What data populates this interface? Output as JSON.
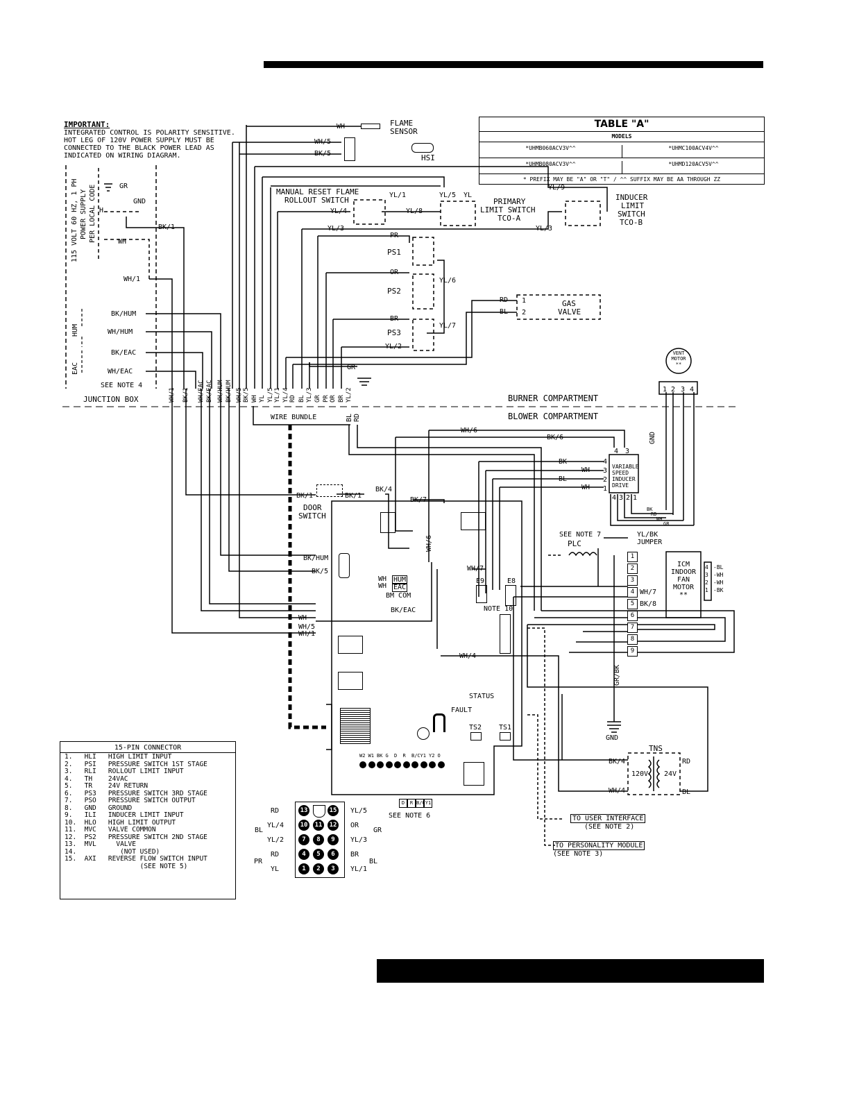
{
  "important": {
    "heading": "IMPORTANT:",
    "lines": [
      "INTEGRATED CONTROL IS POLARITY SENSITIVE.",
      "HOT LEG OF 120V POWER SUPPLY MUST BE",
      "CONNECTED TO THE BLACK POWER LEAD AS",
      "INDICATED ON WIRING DIAGRAM."
    ]
  },
  "table_a": {
    "title": "TABLE \"A\"",
    "subtitle": "MODELS",
    "models": [
      [
        "*UHMB060ACV3V^^",
        "*UHMC100ACV4V^^"
      ],
      [
        "*UHMB080ACV3V^^",
        "*UHMD120ACV5V^^"
      ]
    ],
    "note": "* PREFIX MAY BE \"A\" OR \"T\" / ^^ SUFFIX MAY BE AA THROUGH ZZ"
  },
  "power": {
    "label_lines": [
      "115 VOLT 60 HZ, 1 PH",
      "POWER SUPPLY",
      "PER LOCAL CODE"
    ],
    "gr": "GR",
    "gnd": "GND",
    "h": "H",
    "wh": "WH",
    "bk1": "BK/1",
    "wh1": "WH/1"
  },
  "hum": {
    "label": "HUM",
    "bk": "BK/HUM",
    "wh": "WH/HUM"
  },
  "eac": {
    "label": "EAC",
    "bk": "BK/EAC",
    "wh": "WH/EAC"
  },
  "junction": {
    "note": "SEE NOTE 4",
    "label": "JUNCTION BOX"
  },
  "bundle": {
    "wires": [
      "WH/1",
      "BK/1",
      "WH/EAC",
      "BK/EAC",
      "WH/HUM",
      "BK/HUM",
      "WH/5",
      "BK/5",
      "WH",
      "YL",
      "YL/5",
      "YL/1",
      "YL/4",
      "RD",
      "BL",
      "YL/3",
      "GR",
      "PR",
      "OR",
      "BR",
      "YL/2"
    ],
    "label": "WIRE BUNDLE",
    "bl": "BL",
    "rd": "RD"
  },
  "compartments": {
    "burner": "BURNER COMPARTMENT",
    "blower": "BLOWER COMPARTMENT"
  },
  "flame": {
    "wh": "WH",
    "label": [
      "FLAME",
      "SENSOR"
    ],
    "wh5": "WH/5",
    "bk5": "BK/5",
    "hsi": "HSI"
  },
  "rollout": {
    "label": [
      "MANUAL RESET FLAME",
      "ROLLOUT SWITCH"
    ],
    "yl4": "YL/4",
    "yl1": "YL/1",
    "yl8": "YL/8",
    "yl3": "YL/3"
  },
  "primary": {
    "label": [
      "PRIMARY",
      "LIMIT SWITCH",
      "TCO-A"
    ],
    "yl5": "YL/5",
    "yl": "YL"
  },
  "inducer_limit": {
    "label": [
      "INDUCER",
      "LIMIT",
      "SWITCH",
      "TCO-B"
    ],
    "yl9": "YL/9",
    "yl3": "YL/3"
  },
  "ps": {
    "pr": "PR",
    "ps1": "PS1",
    "or": "OR",
    "ps2": "PS2",
    "yl6": "YL/6",
    "br": "BR",
    "ps3": "PS3",
    "yl7": "YL/7",
    "yl2": "YL/2"
  },
  "gas_valve": {
    "rd": "RD",
    "bl": "BL",
    "pin1": "1",
    "pin2": "2",
    "label": [
      "GAS",
      "VALVE"
    ]
  },
  "gr_ground": "GR",
  "vent_motor": {
    "label": [
      "VENT",
      "MOTOR",
      "**"
    ],
    "pins": [
      "1",
      "2",
      "3",
      "4"
    ],
    "gnd": "GND"
  },
  "vsid": {
    "label": [
      "VARIABLE",
      "SPEED",
      "INDUCER",
      "DRIVE"
    ],
    "top_pins": [
      "4",
      "3"
    ],
    "side_pins": [
      "4",
      "3",
      "2",
      "1"
    ],
    "bottom_pins": [
      "4",
      "3",
      "2",
      "1"
    ],
    "wires": [
      "WH/6",
      "BK/6",
      "BK",
      "WH",
      "BL",
      "WH"
    ],
    "bottom_wires": [
      "BK",
      "RD",
      "WH",
      "GR"
    ]
  },
  "door": {
    "bk1a": "BK/1",
    "bk1b": "BK/1",
    "label": [
      "DOOR",
      "SWITCH"
    ],
    "bk4": "BK/4",
    "bk7": "BK/7"
  },
  "control": {
    "bkhum": "BK/HUM",
    "bk5": "BK/5",
    "wh_a": "WH",
    "wh_b": "WH",
    "hum": "HUM",
    "eac": "EAC",
    "bm_com": "BM COM",
    "bkeac": "BK/EAC",
    "wh": "WH",
    "wh5": "WH/5",
    "wh1": "WH/1",
    "wh6": "WH/6",
    "wh7": "WH/7",
    "wh4": "WH/4",
    "e9": "E9",
    "e8": "E8",
    "note10": "NOTE 10",
    "status": "STATUS",
    "fault": "FAULT",
    "ts2": "TS2",
    "ts1": "TS1",
    "terminals": [
      "W2",
      "W1",
      "BK",
      "G",
      "D",
      "R",
      "B/C",
      "Y1",
      "Y2",
      "O"
    ],
    "bottom_terms": [
      "D",
      "R",
      "B/C",
      "Y1"
    ],
    "note6": "SEE NOTE 6"
  },
  "plc": {
    "label": "PLC",
    "note": "SEE NOTE 7",
    "jumper": [
      "YL/BK",
      "JUMPER"
    ]
  },
  "icm": {
    "label": [
      "ICM",
      "INDOOR",
      "FAN",
      "MOTOR",
      "**"
    ],
    "terms": [
      "1",
      "2",
      "3",
      "4",
      "5",
      "6",
      "7",
      "8",
      "9"
    ],
    "wh7": "WH/7",
    "bk8": "BK/8",
    "right": [
      [
        "4",
        "BL"
      ],
      [
        "3",
        "WH"
      ],
      [
        "2",
        "WH"
      ],
      [
        "1",
        "BK"
      ]
    ],
    "grbk": "GR/BK",
    "gnd": "GND"
  },
  "tns": {
    "label": "TNS",
    "bk4": "BK/4",
    "wh4": "WH/4",
    "v120": "120V",
    "v24": "24V",
    "rd": "RD",
    "bl": "BL"
  },
  "links": {
    "user": "TO USER INTERFACE",
    "user_note": "(SEE NOTE 2)",
    "module": "TO PERSONALITY MODULE",
    "module_note": "(SEE NOTE 3)"
  },
  "pin15": {
    "title": "15-PIN CONNECTOR",
    "rows": [
      "1.   HLI   HIGH LIMIT INPUT",
      "2.   PSI   PRESSURE SWITCH 1ST STAGE",
      "3.   RLI   ROLLOUT LIMIT INPUT",
      "4.   TH    24VAC",
      "5.   TR    24V RETURN",
      "6.   PS3   PRESSURE SWITCH 3RD STAGE",
      "7.   PSO   PRESSURE SWITCH OUTPUT",
      "8.   GND   GROUND",
      "9.   ILI   INDUCER LIMIT INPUT",
      "10.  HLO   HIGH LIMIT OUTPUT",
      "11.  MVC   VALVE COMMON",
      "12.  PS2   PRESSURE SWITCH 2ND STAGE",
      "13.  MVL     VALVE",
      "14.           (NOT USED)",
      "15.  AXI   REVERSE FLOW SWITCH INPUT",
      "                   (SEE NOTE 5)"
    ]
  },
  "plug": {
    "rows": [
      {
        "l": "RD",
        "p": [
          "13",
          "",
          "15"
        ],
        "r": "YL/5"
      },
      {
        "l": "YL/4",
        "p": [
          "10",
          "11",
          "12"
        ],
        "r": "OR"
      },
      {
        "l": "YL/2",
        "p": [
          "7",
          "8",
          "9"
        ],
        "r": "YL/3"
      },
      {
        "l": "RD",
        "p": [
          "4",
          "5",
          "6"
        ],
        "r": "BR"
      },
      {
        "l": "YL",
        "p": [
          "1",
          "2",
          "3"
        ],
        "r": "YL/1"
      }
    ],
    "bl": "BL",
    "gr": "GR",
    "pr": "PR",
    "bl2": "BL"
  }
}
